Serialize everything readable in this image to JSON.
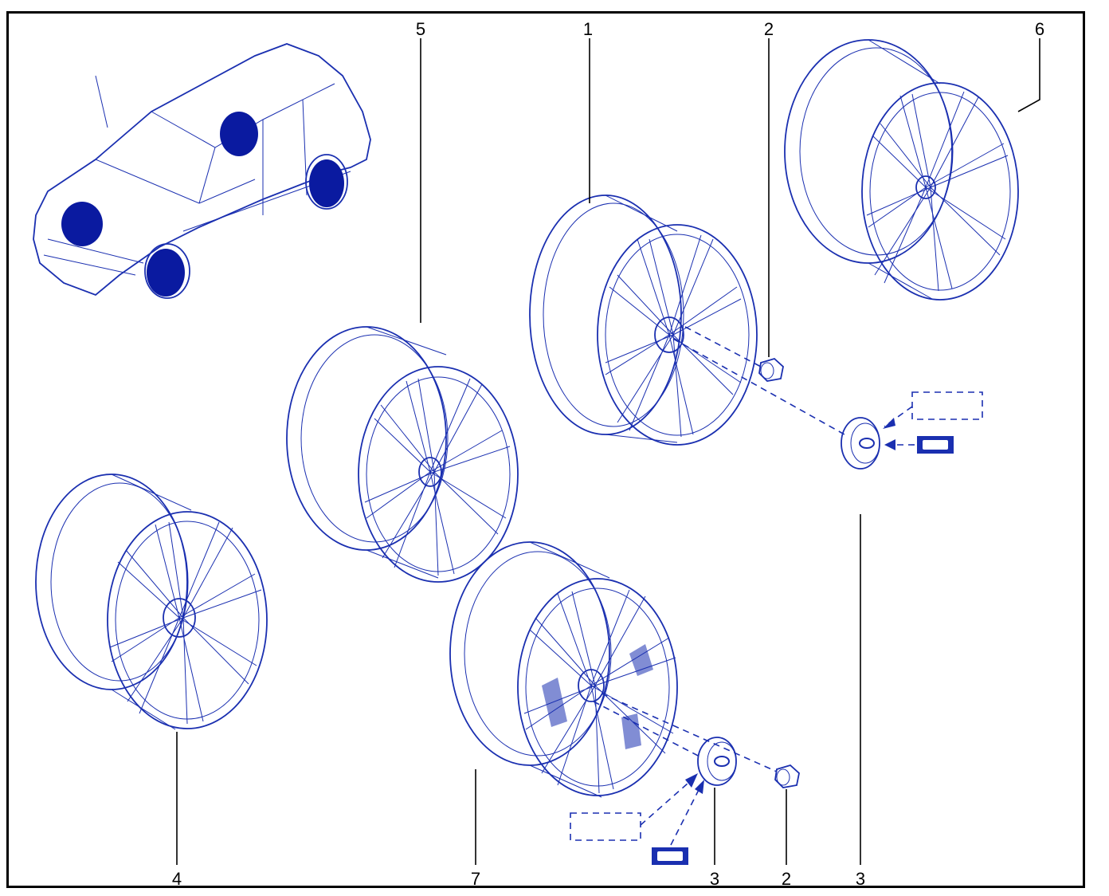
{
  "callouts": {
    "c1": "1",
    "c2_top": "2",
    "c2_bottom": "2",
    "c3_bottom_center": "3",
    "c3_bottom_right": "3",
    "c4": "4",
    "c5": "5",
    "c6": "6",
    "c7": "7"
  },
  "colors": {
    "line_art": "#1a2fb0",
    "highlight": "#0a1aa0",
    "frame": "#000000"
  }
}
